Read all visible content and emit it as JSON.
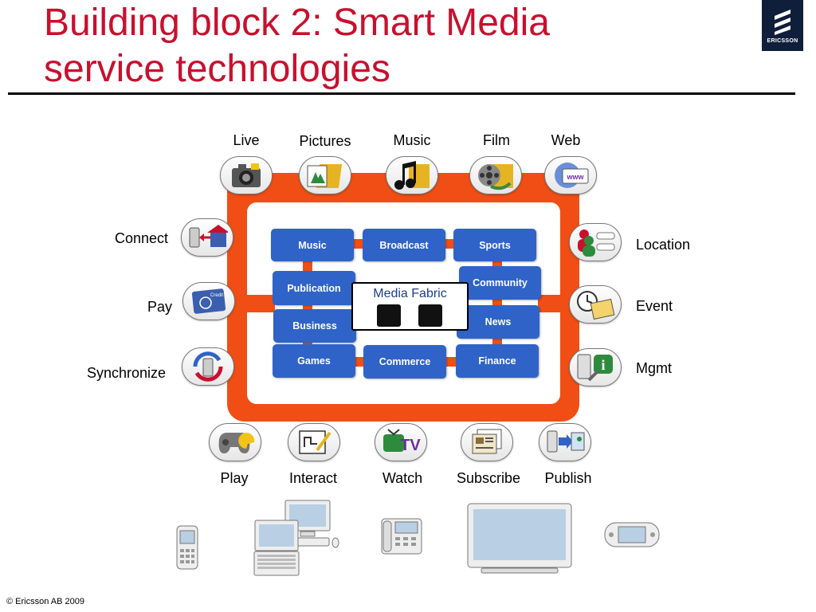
{
  "title": {
    "line1": "Building block 2: Smart Media",
    "line2": "service technologies"
  },
  "logo": {
    "text": "ERICSSON",
    "icon": "ericsson-logo-icon"
  },
  "top_services": [
    "Live",
    "Pictures",
    "Music",
    "Film",
    "Web"
  ],
  "left_services": [
    "Connect",
    "Pay",
    "Synchronize"
  ],
  "right_services": [
    "Location",
    "Event",
    "Mgmt"
  ],
  "bottom_services": [
    "Play",
    "Interact",
    "Watch",
    "Subscribe",
    "Publish"
  ],
  "enablers": {
    "music": "Music",
    "broadcast": "Broadcast",
    "sports": "Sports",
    "publication": "Publication",
    "community": "Community",
    "business": "Business",
    "news": "News",
    "games": "Games",
    "commerce": "Commerce",
    "finance": "Finance"
  },
  "media_fabric": "Media Fabric",
  "devices": [
    "mobile-phone-icon",
    "desktop-computer-icon",
    "laptop-icon",
    "desk-phone-icon",
    "tv-screen-icon",
    "handheld-console-icon"
  ],
  "footer": "© Ericsson AB 2009",
  "colors": {
    "title": "#c8102e",
    "frame": "#f04e14",
    "enabler": "#2f63c7",
    "logo_bg": "#0f1e3a"
  }
}
